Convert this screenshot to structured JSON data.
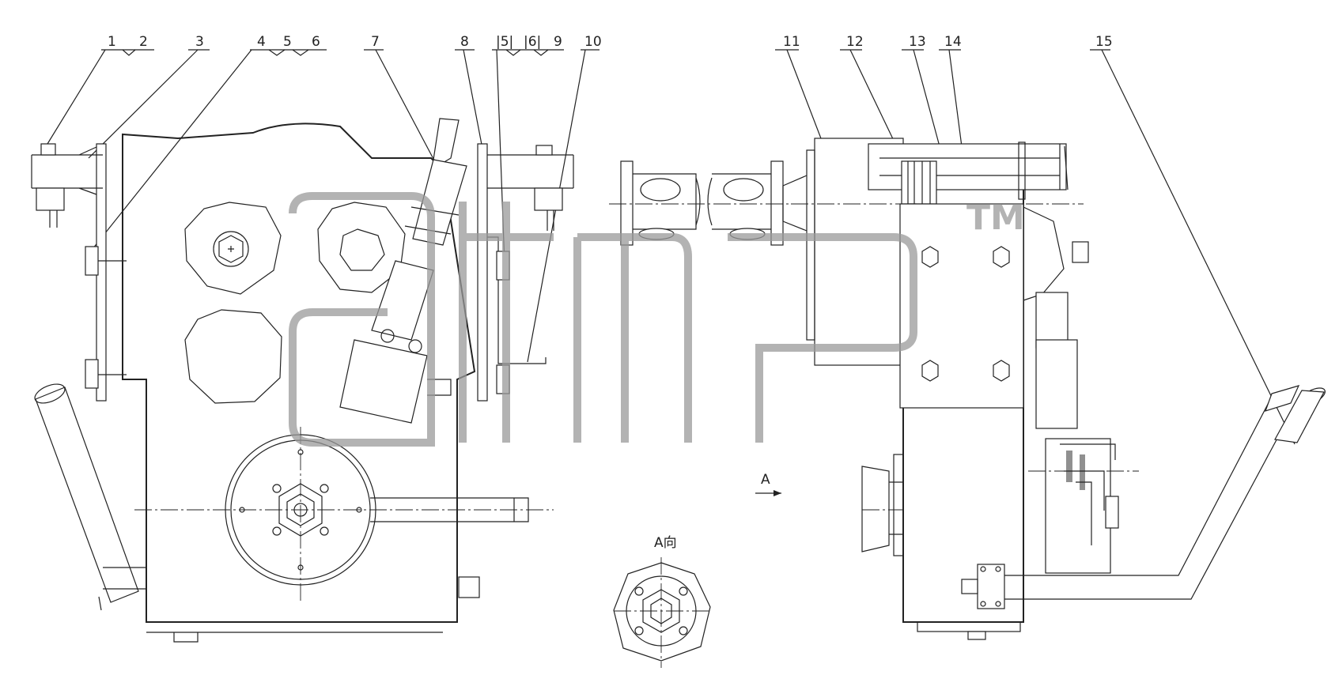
{
  "callouts": [
    {
      "id": "callout-1",
      "text": "1"
    },
    {
      "id": "callout-2",
      "text": "2"
    },
    {
      "id": "callout-3",
      "text": "3"
    },
    {
      "id": "callout-4",
      "text": "4"
    },
    {
      "id": "callout-5",
      "text": "5"
    },
    {
      "id": "callout-6",
      "text": "6"
    },
    {
      "id": "callout-7",
      "text": "7"
    },
    {
      "id": "callout-8",
      "text": "8"
    },
    {
      "id": "callout-boxed-5",
      "text": "|5|"
    },
    {
      "id": "callout-boxed-6",
      "text": "|6|"
    },
    {
      "id": "callout-9",
      "text": "9"
    },
    {
      "id": "callout-10",
      "text": "10"
    },
    {
      "id": "callout-11",
      "text": "11"
    },
    {
      "id": "callout-12",
      "text": "12"
    },
    {
      "id": "callout-13",
      "text": "13"
    },
    {
      "id": "callout-14",
      "text": "14"
    },
    {
      "id": "callout-15",
      "text": "15"
    }
  ],
  "view_arrow_label": "A",
  "view_label": "A向",
  "watermark": {
    "text": "TM",
    "logo": "ATEP"
  },
  "colors": {
    "line": "#222222",
    "watermark": "#9a9a9a",
    "background": "#ffffff"
  }
}
